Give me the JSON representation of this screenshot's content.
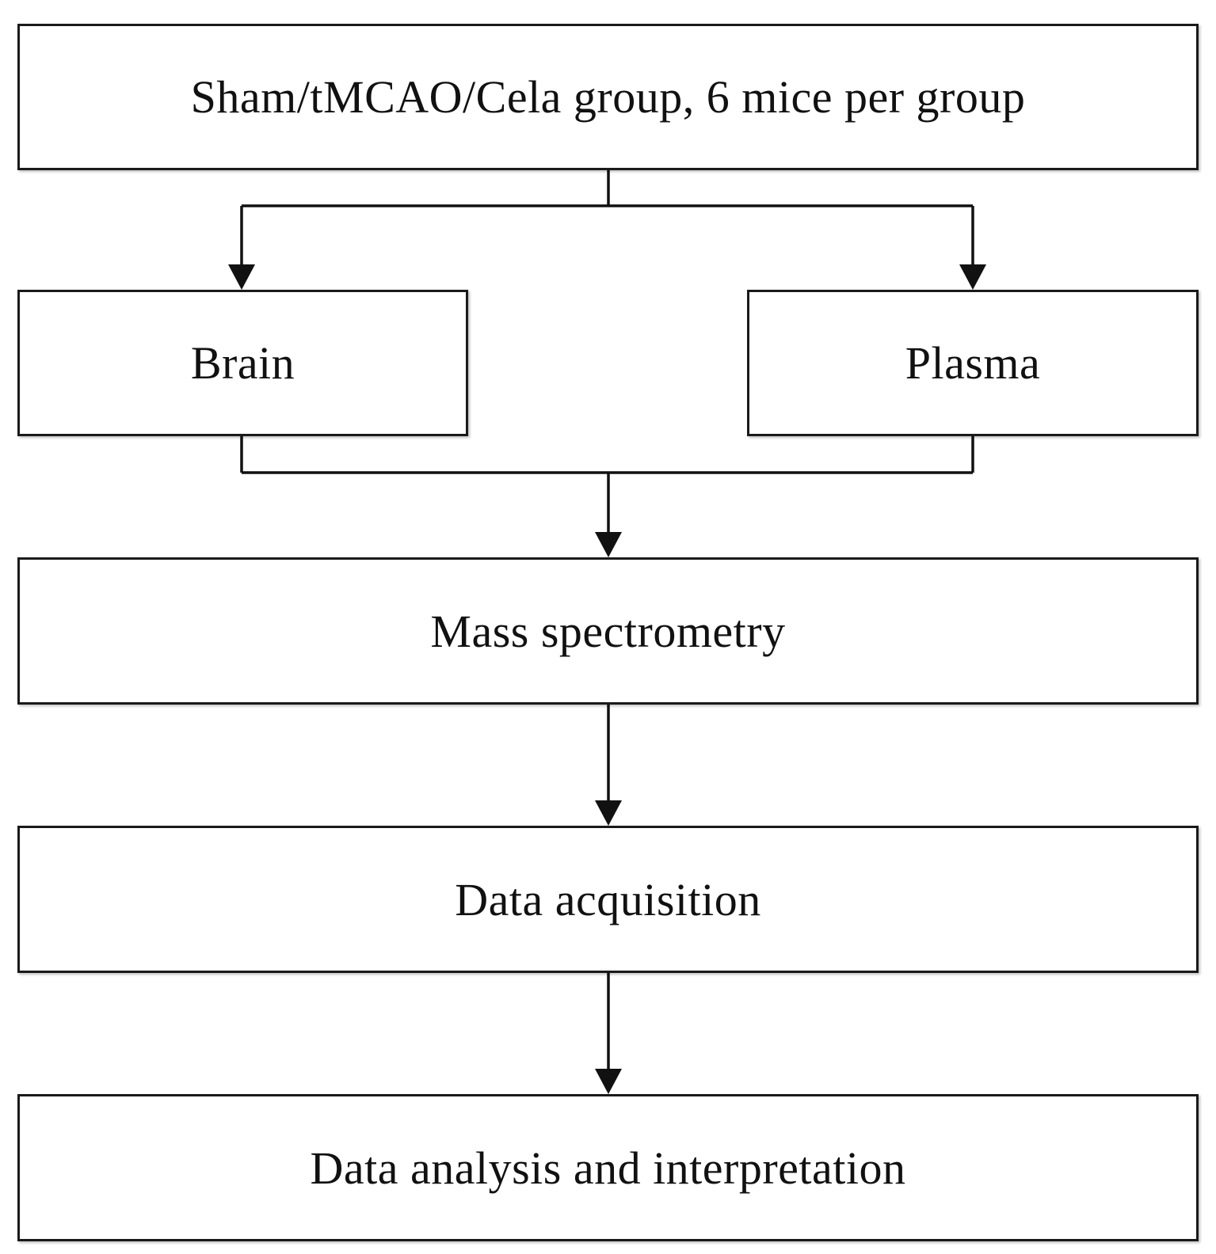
{
  "flowchart": {
    "nodes": [
      {
        "id": "top",
        "label": "Sham/tMCAO/Cela group, 6 mice per group"
      },
      {
        "id": "brain",
        "label": "Brain"
      },
      {
        "id": "plasma",
        "label": "Plasma"
      },
      {
        "id": "mass",
        "label": "Mass spectrometry"
      },
      {
        "id": "acq",
        "label": "Data acquisition"
      },
      {
        "id": "anal",
        "label": "Data analysis and interpretation"
      }
    ],
    "edges": [
      {
        "from": "top",
        "to": "brain"
      },
      {
        "from": "top",
        "to": "plasma"
      },
      {
        "from": "brain",
        "to": "mass"
      },
      {
        "from": "plasma",
        "to": "mass"
      },
      {
        "from": "mass",
        "to": "acq"
      },
      {
        "from": "acq",
        "to": "anal"
      }
    ]
  },
  "colors": {
    "line": "#111111",
    "box_border": "#1a1a1a",
    "background": "#ffffff"
  }
}
